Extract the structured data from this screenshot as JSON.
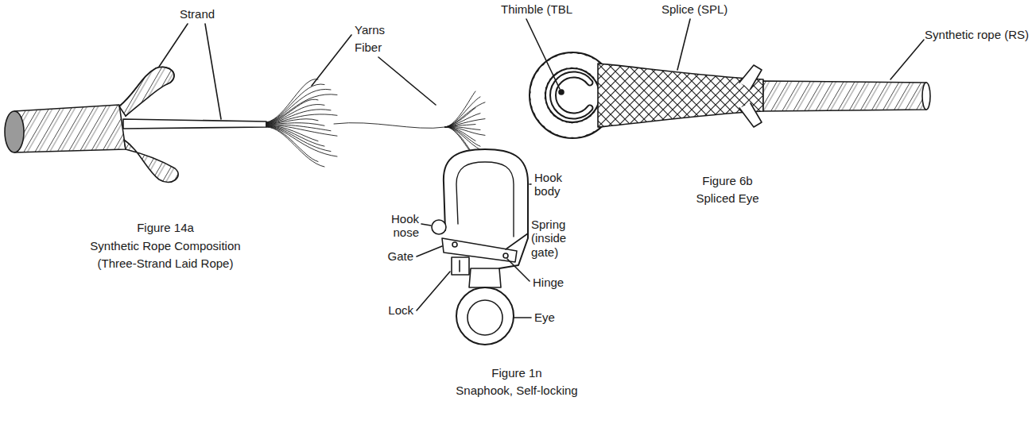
{
  "diagram": {
    "labels": [
      "Strand",
      "Yarns",
      "Fiber",
      "Figure 14a",
      "Synthetic Rope Composition",
      "(Three-Strand Laid Rope)",
      "Thimble (TBL",
      "Splice (SPL)",
      "Synthetic rope (RS)",
      "Hook body",
      "Hook nose",
      "Spring (inside gate)",
      "Gate",
      "Hinge",
      "Lock",
      "Eye",
      "Figure 1n",
      "Snaphook, Self-locking",
      "Figure 6b",
      "Spliced Eye"
    ]
  }
}
